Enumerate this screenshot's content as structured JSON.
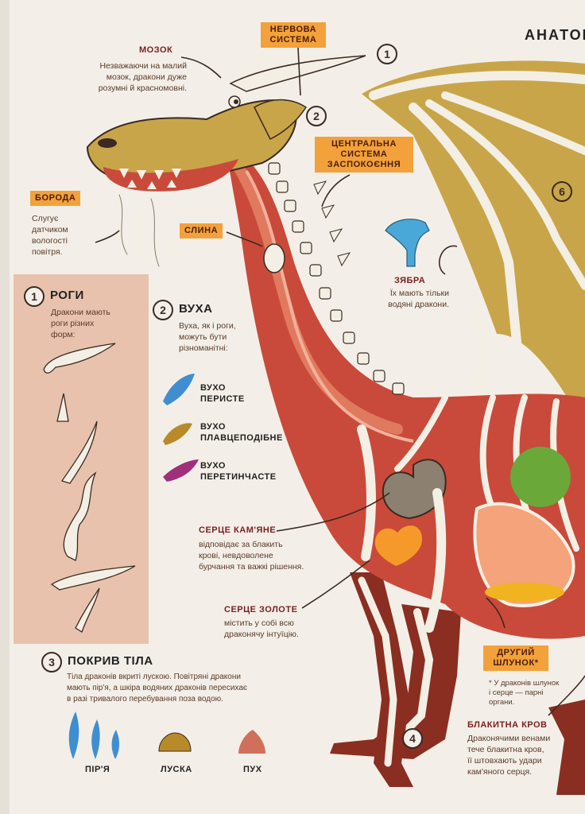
{
  "page_title": "АНАТОМ",
  "labels": {
    "brain": {
      "title": "МОЗОК",
      "text": [
        "Незважаючи на малий",
        "мозок, дракони дуже",
        "розумні й красномовні."
      ]
    },
    "nervous": {
      "title": [
        "НЕРВОВА",
        "СИСТЕМА"
      ]
    },
    "calm": {
      "title": [
        "ЦЕНТРАЛЬНА",
        "СИСТЕМА",
        "ЗАСПОКОЄННЯ"
      ]
    },
    "beard": {
      "title": "БОРОДА",
      "text": [
        "Слугує",
        "датчиком",
        "вологості",
        "повітря."
      ]
    },
    "saliva": {
      "title": "СЛИНА"
    },
    "gills": {
      "title": "ЗЯБРА",
      "text": [
        "Їх мають тільки",
        "водяні дракони."
      ]
    },
    "stone_heart": {
      "title": "СЕРЦЕ КАМ'ЯНЕ",
      "text": [
        "відповідає за блакить",
        "крові, невдоволене",
        "бурчання та важкі рішення."
      ]
    },
    "gold_heart": {
      "title": "СЕРЦЕ ЗОЛОТЕ",
      "text": [
        "містить у собі всю",
        "драконячу інтуїцію."
      ]
    },
    "stomach": {
      "title": [
        "ДРУГИЙ",
        "ШЛУНОК*"
      ],
      "text": [
        "* У драконів шлунок",
        "і серце — парні",
        "органи."
      ]
    },
    "blood": {
      "title": "БЛАКИТНА КРОВ",
      "text": [
        "Драконячими венами",
        "тече блакитна кров,",
        "її штовхають удари",
        "кам'яного серця."
      ]
    }
  },
  "markers": [
    "1",
    "2",
    "4",
    "6"
  ],
  "sections": {
    "horns": {
      "num": "1",
      "title": "РОГИ",
      "text": [
        "Дракони мають",
        "роги різних",
        "форм:"
      ]
    },
    "ears": {
      "num": "2",
      "title": "ВУХА",
      "text": [
        "Вуха, як і роги,",
        "можуть бути",
        "різноманітні:"
      ],
      "items": [
        {
          "label": [
            "ВУХО",
            "ПЕРИСТЕ"
          ],
          "color": "#3f8fd0"
        },
        {
          "label": [
            "ВУХО",
            "ПЛАВЦЕПОДІБНЕ"
          ],
          "color": "#b98a2a"
        },
        {
          "label": [
            "ВУХО",
            "ПЕРЕТИНЧАСТЕ"
          ],
          "color": "#a0307a"
        }
      ]
    },
    "cover": {
      "num": "3",
      "title": "ПОКРИВ ТІЛА",
      "text": [
        "Тіла драконів вкриті лускою. Повітряні дракони",
        "мають пір'я, а шкіра водяних драконів пересихає",
        "в разі тривалого перебування поза водою."
      ],
      "items": [
        "ПІР'Я",
        "ЛУСКА",
        "ПУХ"
      ]
    }
  },
  "colors": {
    "tag": "#f3a13a",
    "panel": "#e8c2ad",
    "body_red": "#c94a3a",
    "wing": "#c9a54a",
    "bone": "#f4efe4"
  }
}
